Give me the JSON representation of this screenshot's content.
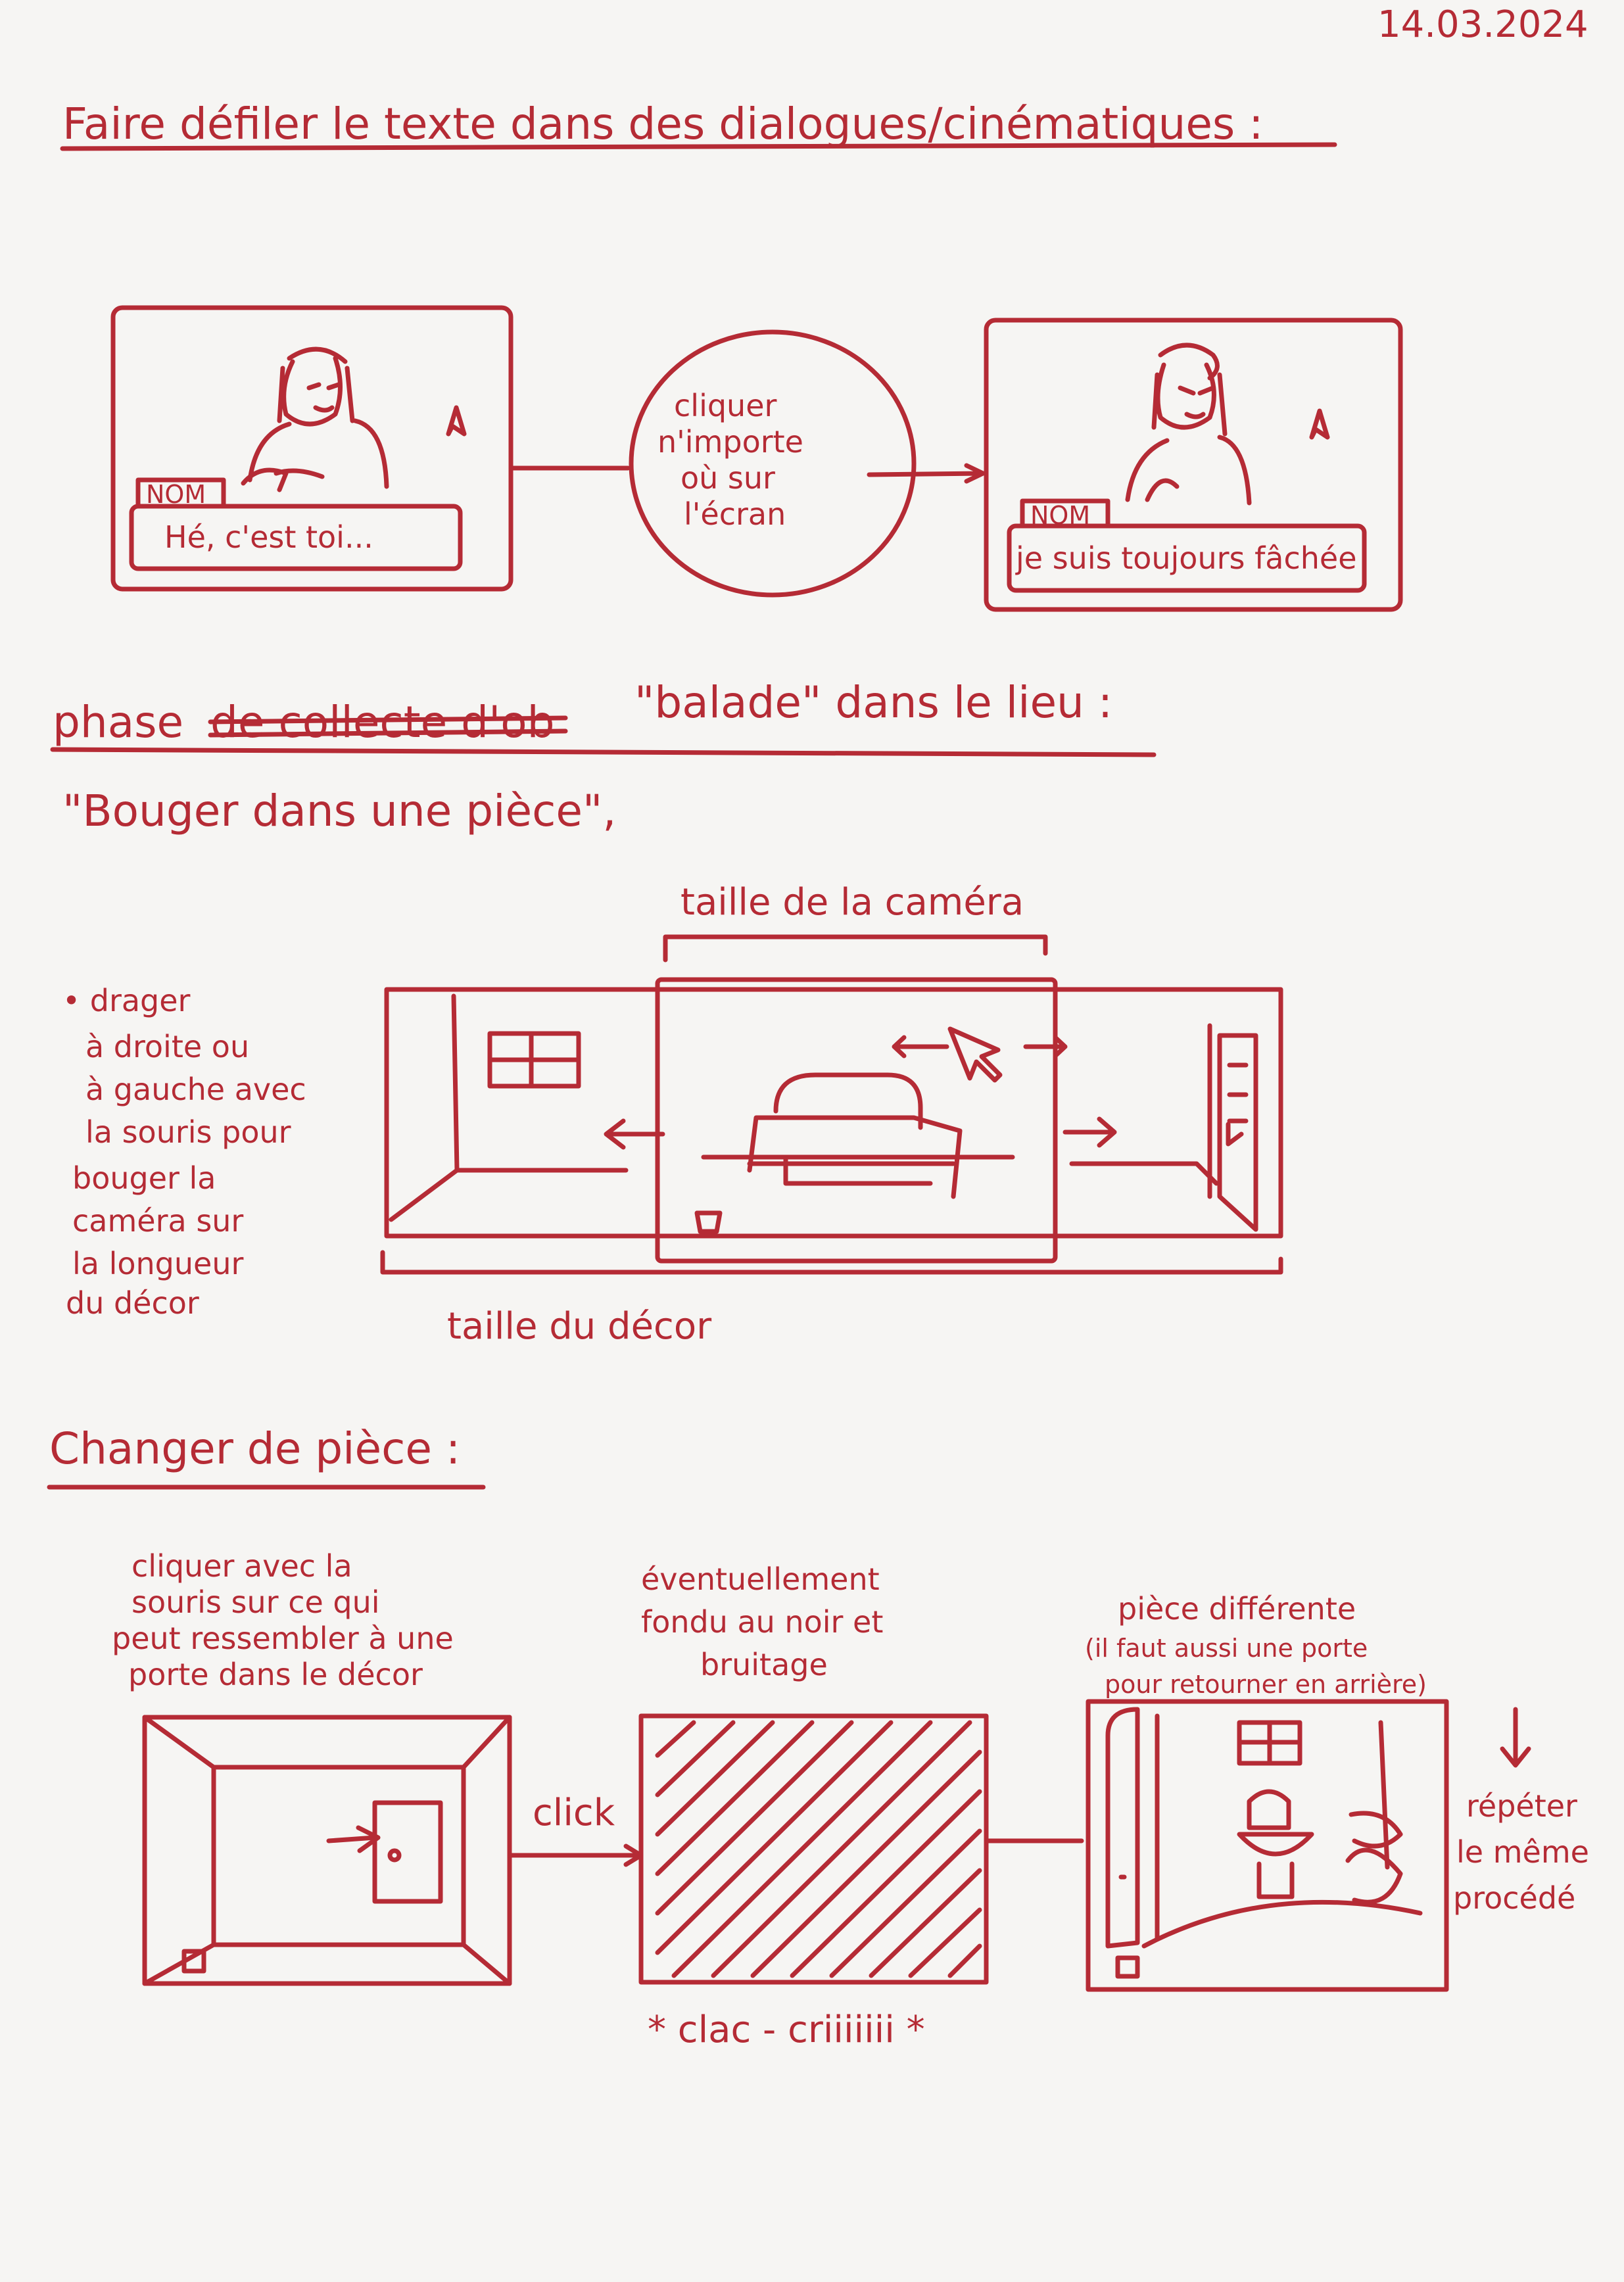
{
  "date": "14.03.2024",
  "section1": {
    "title": "Faire défiler le texte dans des dialogues/cinématiques :",
    "panel_left": {
      "name_tag": "NOM",
      "dialogue": "Hé, c'est toi..."
    },
    "bubble": [
      "cliquer",
      "n'importe",
      "où sur",
      "l'écran"
    ],
    "panel_right": {
      "name_tag": "NOM",
      "dialogue": "je suis toujours fâchée"
    }
  },
  "section2": {
    "heading_word": "phase",
    "heading_struck": "de collecte d'ob",
    "heading_rest": "\"balade\" dans le lieu :",
    "subheading": "\"Bouger dans une pièce\",",
    "camera_label": "taille de la caméra",
    "decor_label": "taille du décor",
    "note": [
      "• drager",
      "à droite ou",
      "à gauche avec",
      "la souris pour",
      "bouger la",
      "caméra sur",
      "la longueur",
      "du décor"
    ]
  },
  "section3": {
    "heading": "Changer de pièce :",
    "caption_left": [
      "cliquer avec la",
      "souris sur ce qui",
      "peut ressembler à une",
      "porte dans le décor"
    ],
    "caption_middle": [
      "éventuellement",
      "fondu au noir et",
      "bruitage"
    ],
    "caption_right": [
      "pièce différente",
      "(il faut aussi une porte",
      "pour retourner en arrière)"
    ],
    "click_label": "click",
    "sound_label": "* clac - criiiiiii *",
    "repeat_note": [
      "répéter",
      "le même",
      "procédé"
    ]
  }
}
